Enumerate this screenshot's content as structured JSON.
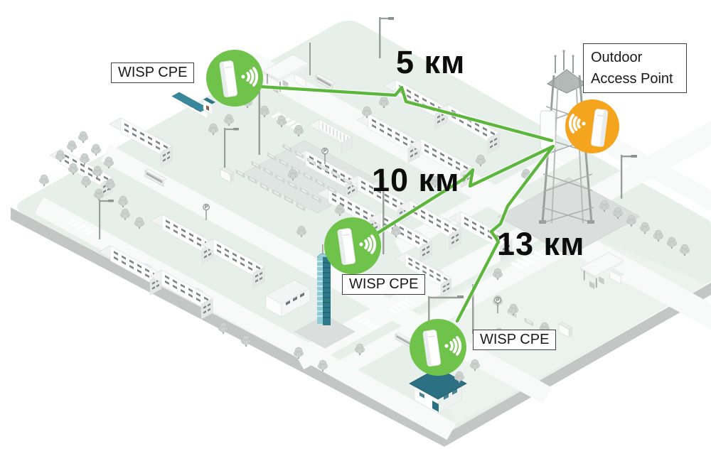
{
  "diagram": {
    "type": "wireless-network-topology-illustration",
    "map_style": "isometric-city-map",
    "nodes": [
      {
        "id": "wisp-cpe-1",
        "label": "WISP CPE",
        "icon": "wifi-waves-icon",
        "device_icon": "cpe-device-icon"
      },
      {
        "id": "wisp-cpe-2",
        "label": "WISP CPE",
        "icon": "wifi-waves-icon",
        "device_icon": "cpe-device-icon"
      },
      {
        "id": "wisp-cpe-3",
        "label": "WISP CPE",
        "icon": "wifi-waves-icon",
        "device_icon": "cpe-device-icon"
      },
      {
        "id": "outdoor-ap",
        "label": "Outdoor Access Point",
        "icon": "wifi-waves-icon",
        "device_icon": "outdoor-ap-device-icon"
      }
    ],
    "links": [
      {
        "from": "wisp-cpe-1",
        "to": "outdoor-ap",
        "distance": "5 км"
      },
      {
        "from": "wisp-cpe-2",
        "to": "outdoor-ap",
        "distance": "10 км"
      },
      {
        "from": "wisp-cpe-3",
        "to": "outdoor-ap",
        "distance": "13 км"
      }
    ],
    "colors": {
      "cpe_circle": "#6fc24a",
      "ap_circle": "#f5a51d",
      "link_green": "#5cb63c"
    }
  }
}
